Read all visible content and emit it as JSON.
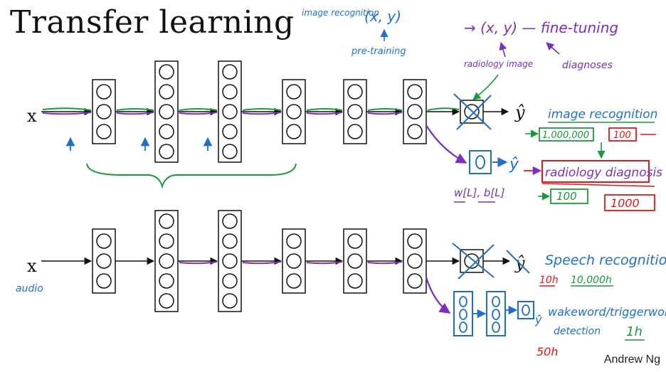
{
  "slide": {
    "title": "Transfer learning",
    "author": "Andrew Ng"
  },
  "network_top": {
    "input_label": "x",
    "output_label": "ŷ"
  },
  "network_bottom": {
    "input_label": "x",
    "input_note": "audio",
    "output_label": "ŷ"
  },
  "annotations": {
    "pretrain_data": "image recognition",
    "pretrain_xy": "(x, y)",
    "pretrain_label": "pre-training",
    "finetune_xy": "→ (x, y) — fine-tuning",
    "radiology_image": "radiology image",
    "diagnoses": "diagnoses",
    "new_output": "ŷ",
    "new_params": "w[L], b[L]",
    "task1_source": "image recognition",
    "task1_source_count": "1,000,000",
    "task1_target_count": "100",
    "task1_target": "radiology diagnosis",
    "task1_source_count2": "100",
    "task1_target_count2": "1000",
    "task2_source": "Speech recognition",
    "task2_hours_red": "10h",
    "task2_hours": "10,000h",
    "task2_target_line1": "wakeword/triggerword",
    "task2_target_line2": "detection",
    "task2_target_hours": "1h",
    "task2_hours_red2": "50h"
  },
  "colors": {
    "black": "#111111",
    "blue": "#1f6fc8",
    "green": "#1a9a3a",
    "purple": "#7b2fbf",
    "red": "#e01818"
  }
}
